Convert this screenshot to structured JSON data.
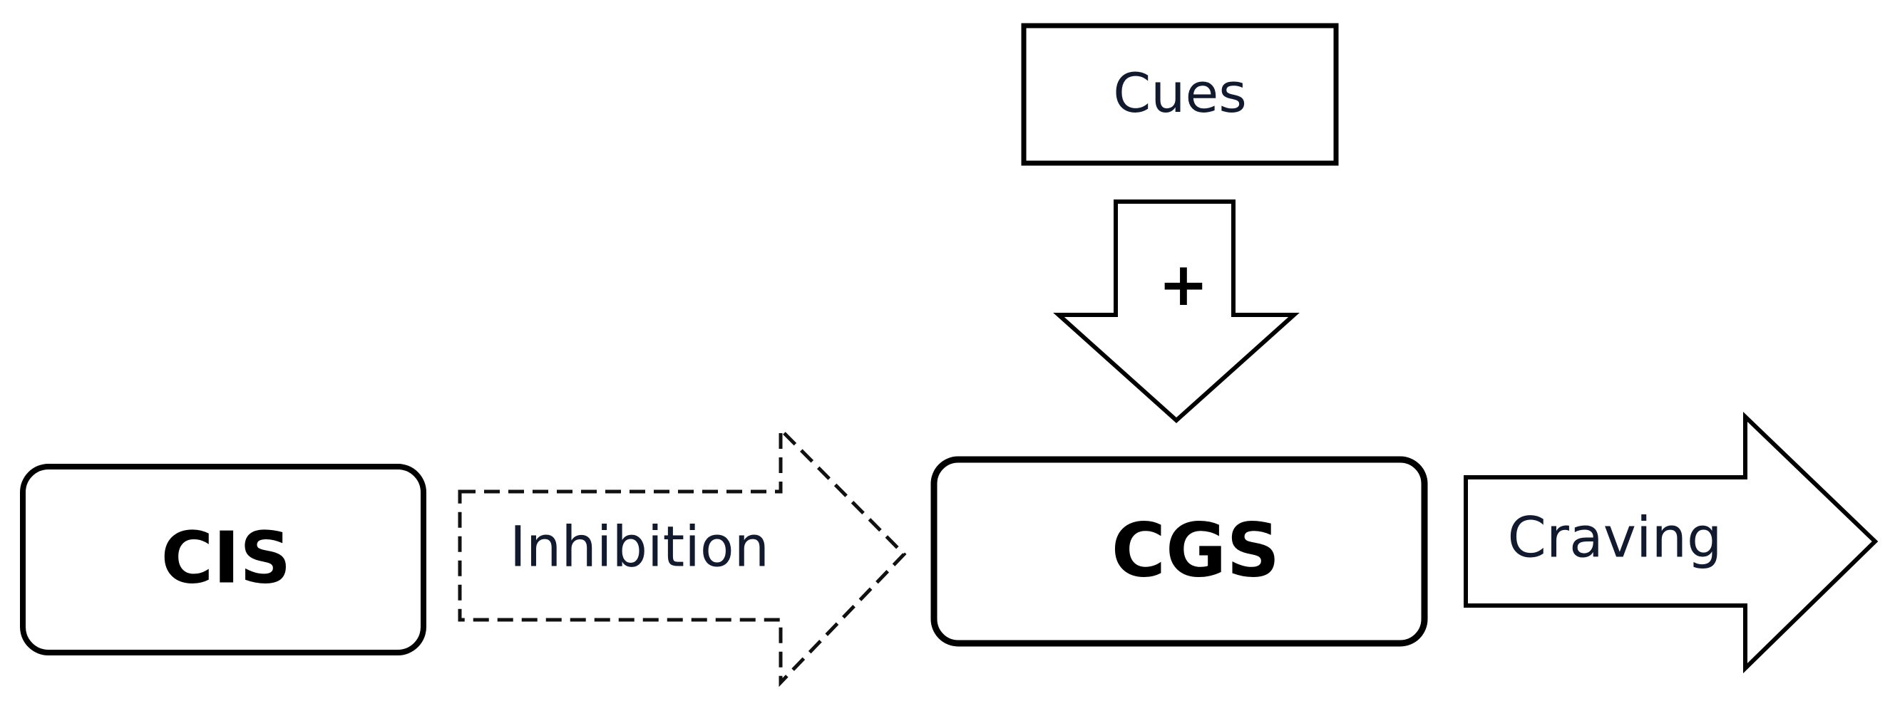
{
  "nodes": {
    "cues": "Cues",
    "cis": "CIS",
    "cgs": "CGS"
  },
  "arrows": {
    "cues_to_cgs": "+",
    "cis_to_cgs": "Inhibition",
    "cgs_output": "Craving"
  }
}
